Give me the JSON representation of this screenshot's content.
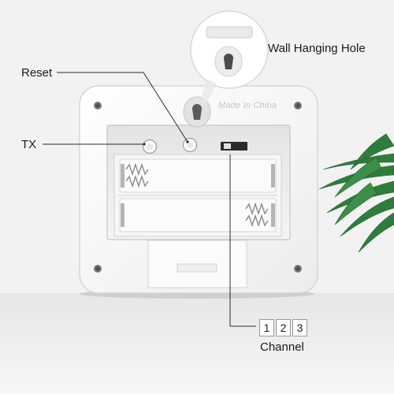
{
  "labels": {
    "reset": "Reset",
    "tx": "TX",
    "wall_hanging_hole": "Wall Hanging Hole",
    "channel": "Channel"
  },
  "channel_options": [
    "1",
    "2",
    "3"
  ],
  "device_marking": "Made In China",
  "colors": {
    "background": "#f2f2f2",
    "device_body": "#ffffff",
    "battery_bay": "#ececec",
    "plant": "#2f7d3c",
    "leader_line": "#2b2b2b"
  }
}
